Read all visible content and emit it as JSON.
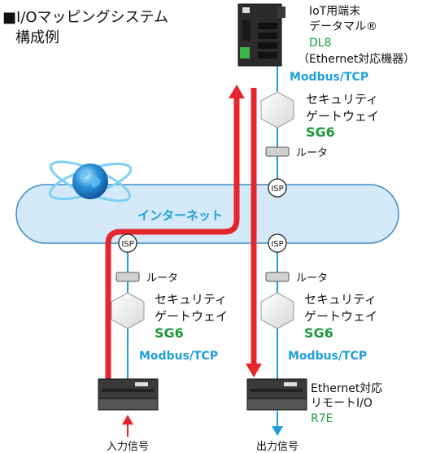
{
  "title": {
    "line1": "■I/Oマッピングシステム",
    "line2": "構成例"
  },
  "device_top": {
    "line1": "IoT用端末",
    "line2": "データマル®",
    "model": "DL8",
    "line4": "（Ethernet対応機器）"
  },
  "protocol": "Modbus/TCP",
  "gateway": {
    "line1": "セキュリティ",
    "line2": "ゲートウェイ",
    "model": "SG6"
  },
  "router": "ルータ",
  "isp": "ISP",
  "internet": "インターネット",
  "device_bottom_right": {
    "line1": "Ethernet対応",
    "line2": "リモートI/O",
    "model": "R7E"
  },
  "input_label": "入力信号",
  "output_label": "出力信号",
  "colors": {
    "flow_red": "#e5262c",
    "link_blue": "#1e9fd8",
    "cloud_fill": "#d4e9f7",
    "model_green": "#1a9a3a"
  }
}
